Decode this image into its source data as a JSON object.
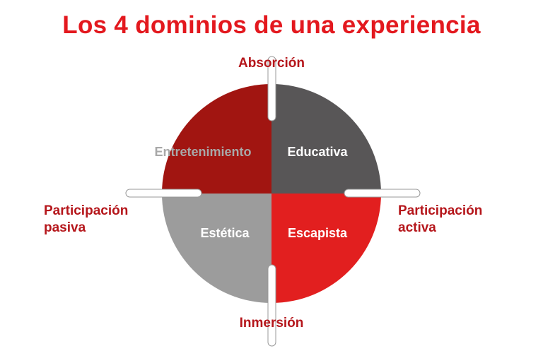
{
  "title": "Los 4 dominios de una experiencia",
  "axes": {
    "top": "Absorción",
    "bottom": "Inmersión",
    "left": [
      "Participación",
      "pasiva"
    ],
    "right": [
      "Participación",
      "activa"
    ]
  },
  "quadrants": [
    {
      "label": "Entretenimiento",
      "position": "top-left",
      "color": "#a11511",
      "text_color": "#a8a8a8"
    },
    {
      "label": "Educativa",
      "position": "top-right",
      "color": "#585657",
      "text_color": "#ffffff"
    },
    {
      "label": "Estética",
      "position": "bottom-left",
      "color": "#9c9c9c",
      "text_color": "#ffffff"
    },
    {
      "label": "Escapista",
      "position": "bottom-right",
      "color": "#e21f1f",
      "text_color": "#ffffff"
    }
  ]
}
